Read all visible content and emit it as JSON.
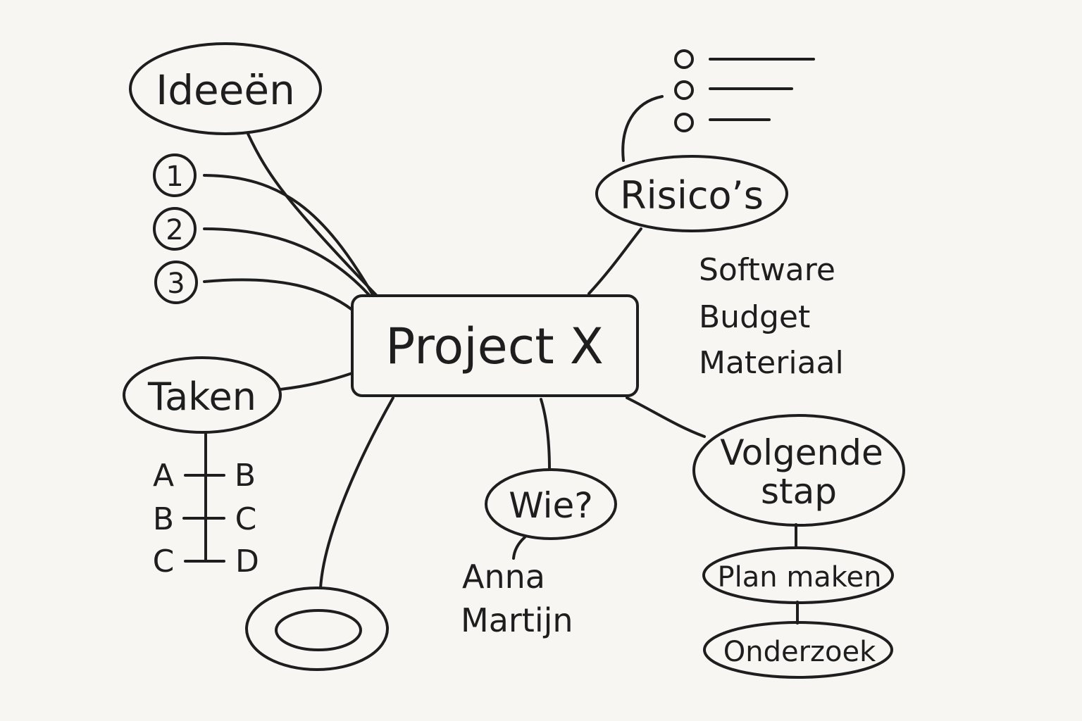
{
  "central": {
    "label": "Project X"
  },
  "nodes": {
    "ideas": {
      "label": "Ideeën",
      "items": [
        "1",
        "2",
        "3"
      ]
    },
    "risks": {
      "label": "Risico’s",
      "items": [
        "Software",
        "Budget",
        "Materiaal"
      ],
      "bullet_list_count": 3
    },
    "tasks": {
      "label": "Taken",
      "rows": [
        {
          "left": "A",
          "right": "B"
        },
        {
          "left": "B",
          "right": "C"
        },
        {
          "left": "C",
          "right": "D"
        }
      ]
    },
    "who": {
      "label": "Wie?",
      "people": [
        "Anna",
        "Martijn"
      ]
    },
    "next_step": {
      "label_line1": "Volgende",
      "label_line2": "stap",
      "steps": [
        "Plan maken",
        "Onderzoek"
      ]
    },
    "empty_node": {
      "label": ""
    }
  },
  "colors": {
    "ink": "#1e1e1e",
    "paper": "#f7f6f3"
  }
}
